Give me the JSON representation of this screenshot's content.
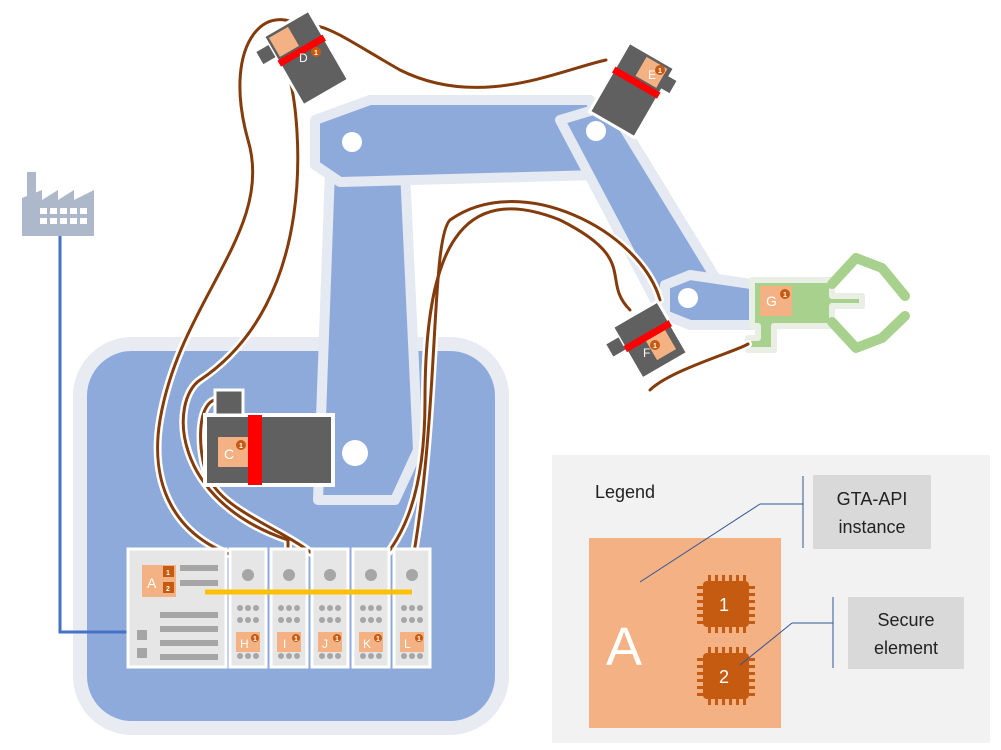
{
  "colors": {
    "arm": "#8eaadb",
    "arm_outline": "#e2e7f0",
    "base": "#8eaadb",
    "base_outline": "#e8ebf1",
    "actuator": "#606060",
    "actuator_accent": "#ff0000",
    "node": "#f4b183",
    "chip": "#c55a11",
    "gripper": "#a9d18e",
    "cable": "#843c0c",
    "network": "#4472c4",
    "bus": "#ffc000",
    "legend_bg": "#f2f2f2",
    "callout": "#d9d9d9"
  },
  "nodes": {
    "A": {
      "label": "A",
      "chips": [
        "1",
        "2"
      ]
    },
    "C": {
      "label": "C",
      "chip": "1"
    },
    "D": {
      "label": "D",
      "chip": "1"
    },
    "E": {
      "label": "E",
      "chip": "1"
    },
    "F": {
      "label": "F",
      "chip": "1"
    },
    "G": {
      "label": "G",
      "chip": "1"
    },
    "H": {
      "label": "H",
      "chip": "1"
    },
    "I": {
      "label": "I",
      "chip": "1"
    },
    "J": {
      "label": "J",
      "chip": "1"
    },
    "K": {
      "label": "K",
      "chip": "1"
    },
    "L": {
      "label": "L",
      "chip": "1"
    }
  },
  "legend": {
    "title": "Legend",
    "example_label": "A",
    "chip1": "1",
    "chip2": "2",
    "gta_api": {
      "line1": "GTA-API",
      "line2": "instance"
    },
    "secure_element": {
      "line1": "Secure",
      "line2": "element"
    }
  },
  "icons": {
    "factory": "factory-icon"
  }
}
